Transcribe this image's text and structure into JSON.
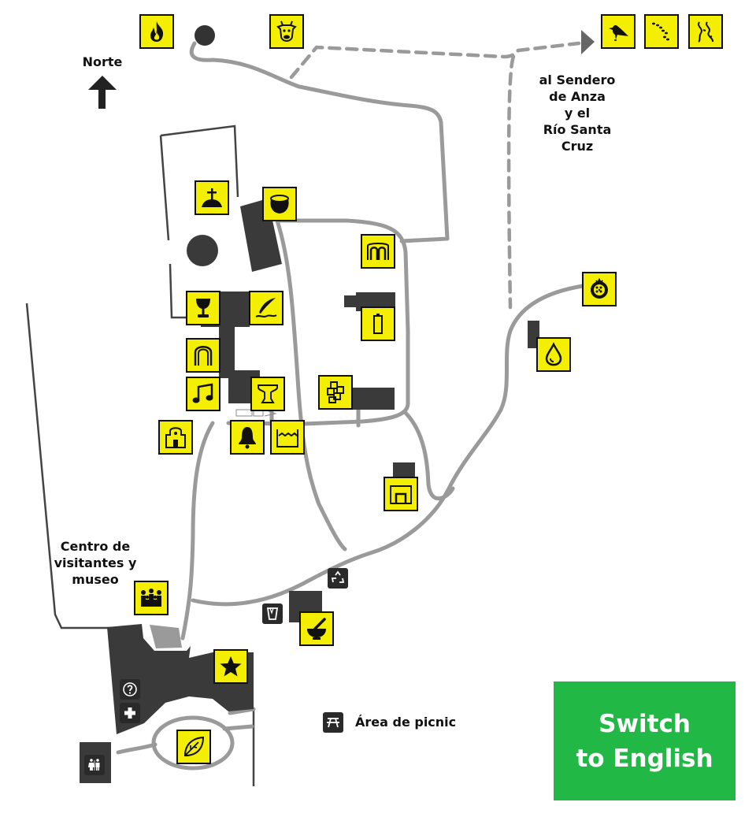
{
  "labels": {
    "north": "Norte",
    "trail": "al Sendero\nde Anza\ny el\nRío Santa\nCruz",
    "visitor_center": "Centro de\nvisitantes y\nmuseo",
    "picnic": "Área de picnic"
  },
  "switch_button": {
    "label": "Switch\nto English"
  },
  "colors": {
    "poi_fill": "#f4ef00",
    "path": "#9a9a9a",
    "building": "#3a3a3a",
    "boundary": "#444444",
    "button": "#22b845"
  },
  "icons": {
    "fire": "fire-icon",
    "cow": "cow-icon",
    "bird": "bird-icon",
    "footprints": "footprints-icon",
    "river": "river-icon",
    "grave": "grave-icon",
    "pot": "pot-icon",
    "arches": "arches-icon",
    "chalice": "chalice-icon",
    "quill": "quill-icon",
    "battery": "battery-icon",
    "doorway": "doorway-icon",
    "music": "music-icon",
    "font": "baptismal-font-icon",
    "maze": "maze-icon",
    "church": "church-icon",
    "bell": "bell-icon",
    "water_tank": "water-tank-icon",
    "oven": "oven-icon",
    "pomegranate": "pomegranate-icon",
    "water_drop": "water-drop-icon",
    "recycle": "recycle-icon",
    "cup": "cup-icon",
    "mortar": "mortar-pestle-icon",
    "people": "people-icon",
    "star": "star-icon",
    "question": "question-icon",
    "first_aid": "first-aid-icon",
    "leaf": "leaf-icon",
    "restroom": "restroom-icon",
    "picnic": "picnic-icon"
  }
}
